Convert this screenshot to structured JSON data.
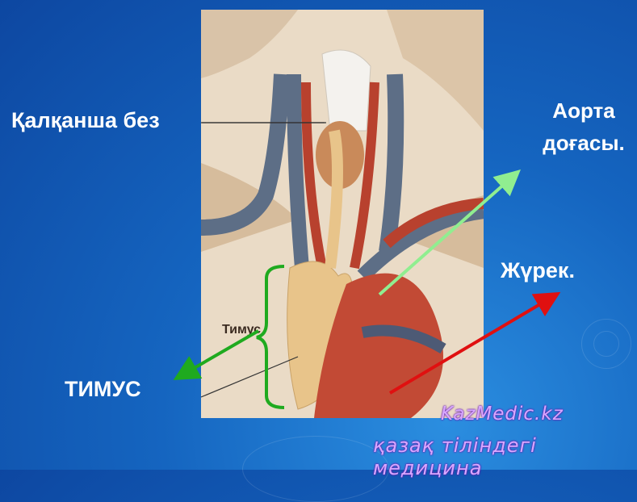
{
  "labels": {
    "thyroid": "Қалқанша без",
    "aorta_line1": "Аорта",
    "aorta_line2": "доғасы.",
    "heart": "Жүрек.",
    "thymus": "ТИМУС",
    "thymus_image_label": "Тимус"
  },
  "watermark": {
    "line1": "KazMedic.kz",
    "line2": "қазақ тіліндегі медицина"
  },
  "colors": {
    "background": "#1565c0",
    "label_text": "#ffffff",
    "aorta_arrow": "#90ee90",
    "heart_arrow": "#e01010",
    "thymus_arrow": "#1faa1f",
    "watermark": "#d8a8ff"
  }
}
